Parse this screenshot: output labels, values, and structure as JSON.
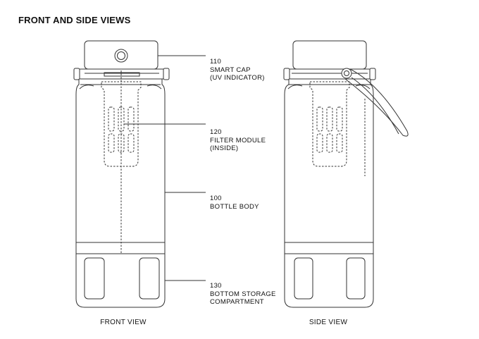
{
  "title": "FRONT AND SIDE VIEWS",
  "callouts": [
    {
      "number": "110",
      "lines": [
        "SMART CAP",
        "(UV INDICATOR)"
      ]
    },
    {
      "number": "120",
      "lines": [
        "FILTER MODULE",
        "(INSIDE)"
      ]
    },
    {
      "number": "100",
      "lines": [
        "BOTTLE BODY"
      ]
    },
    {
      "number": "130",
      "lines": [
        "BOTTOM STORAGE",
        "COMPARTMENT"
      ]
    }
  ],
  "views": {
    "front": "FRONT VIEW",
    "side": "SIDE VIEW"
  }
}
